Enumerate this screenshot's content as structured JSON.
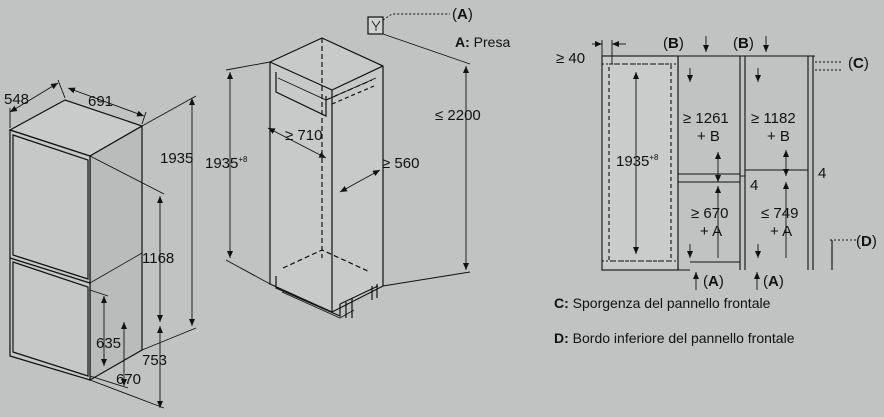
{
  "fridge": {
    "depth": "548",
    "width": "691",
    "height": "1935",
    "upper_door": "1168",
    "lower_635": "635",
    "lower_753": "753",
    "lower_670": "670"
  },
  "niche": {
    "height_label": "1935",
    "height_sup": "+8",
    "min_width": "≥ 710",
    "min_depth": "≥ 560",
    "max_height": "≤ 2200",
    "socket_letter": "A",
    "socket_legend_key": "A:",
    "socket_legend_text": "Presa"
  },
  "vent": {
    "gap_40": "≥ 40",
    "b_letter": "B",
    "c_letter": "C",
    "d_letter": "D",
    "a_letter": "A",
    "left_height": "1935",
    "left_height_sup": "+8",
    "upper_left_1": "≥ 1261",
    "upper_left_2": "+ B",
    "upper_right_1": "≥ 1182",
    "upper_right_2": "+ B",
    "lower_left_1": "≥ 670",
    "lower_left_2": "+ A",
    "lower_right_1": "≤ 749",
    "lower_right_2": "+ A",
    "gap_4a": "4",
    "gap_4b": "4"
  },
  "legend": {
    "c_key": "C:",
    "c_text": "Sporgenza del pannello frontale",
    "d_key": "D:",
    "d_text": "Bordo inferiore del pannello frontale"
  }
}
